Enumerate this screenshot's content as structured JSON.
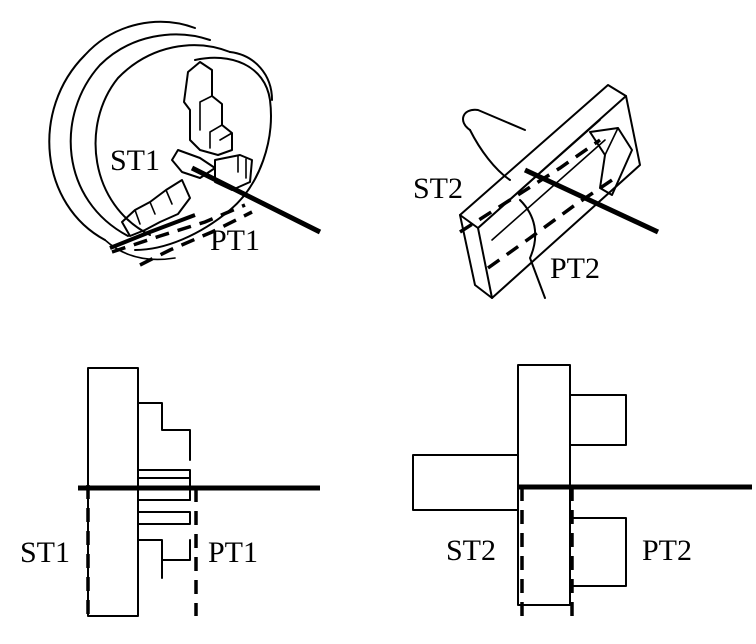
{
  "labels": {
    "st1_top": "ST1",
    "pt1_top": "PT1",
    "st2_top": "ST2",
    "pt2_top": "PT2",
    "st1_bottom": "ST1",
    "pt1_bottom": "PT1",
    "st2_bottom": "ST2",
    "pt2_bottom": "PT2"
  }
}
